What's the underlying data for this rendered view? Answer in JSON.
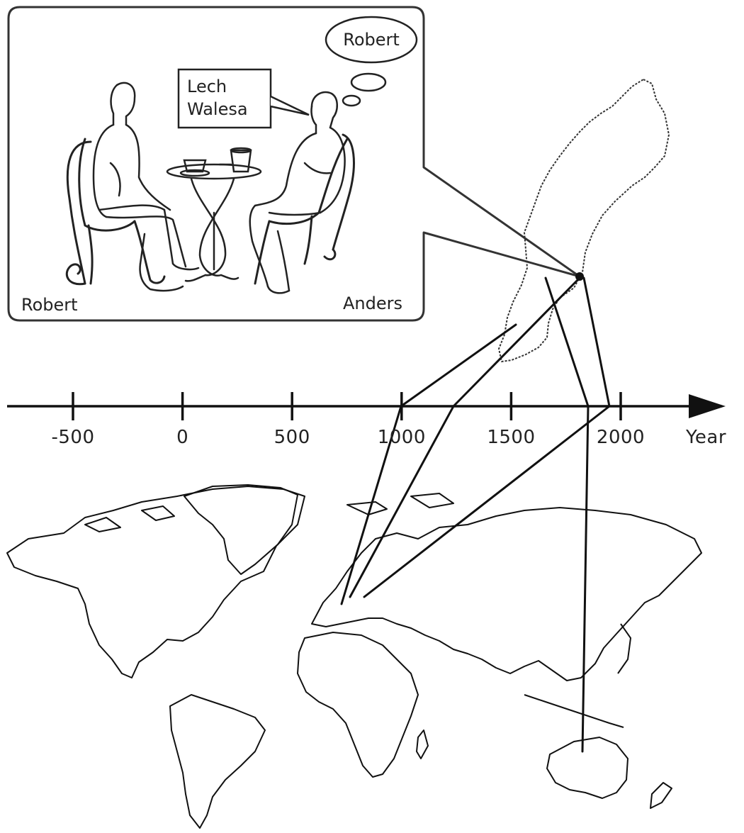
{
  "scene": {
    "left_person": "Robert",
    "right_person": "Anders",
    "speech_line1": "Lech",
    "speech_line2": "Walesa",
    "thought": "Robert"
  },
  "timeline": {
    "axis_label": "Year",
    "ticks": [
      {
        "value": -500,
        "label": "-500"
      },
      {
        "value": 0,
        "label": "0"
      },
      {
        "value": 500,
        "label": "500"
      },
      {
        "value": 1000,
        "label": "1000"
      },
      {
        "value": 1500,
        "label": "1500"
      },
      {
        "value": 2000,
        "label": "2000"
      }
    ]
  },
  "maps": {
    "inset": "Sweden",
    "world": "World map"
  },
  "colors": {
    "ink": "#111111",
    "background": "#ffffff"
  }
}
